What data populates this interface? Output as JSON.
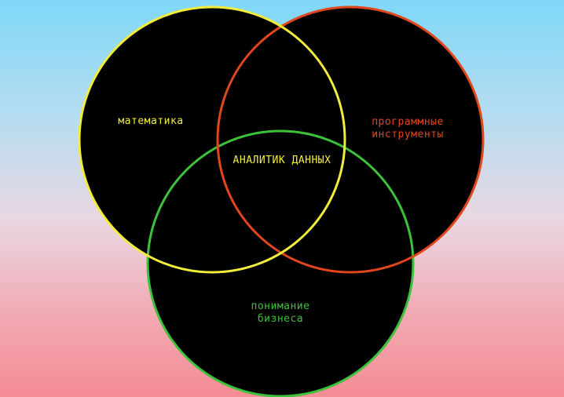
{
  "diagram": {
    "type": "venn",
    "circles": [
      {
        "id": "math",
        "label_lines": [
          "математика"
        ],
        "color": "#f2ec3a"
      },
      {
        "id": "tools",
        "label_lines": [
          "программные",
          "инструменты"
        ],
        "color": "#e2461c"
      },
      {
        "id": "business",
        "label_lines": [
          "понимание",
          "бизнеса"
        ],
        "color": "#3cc23a"
      }
    ],
    "center_label": "АНАЛИТИК ДАННЫХ",
    "center_color": "#f2ec3a",
    "fill": "#000000"
  }
}
